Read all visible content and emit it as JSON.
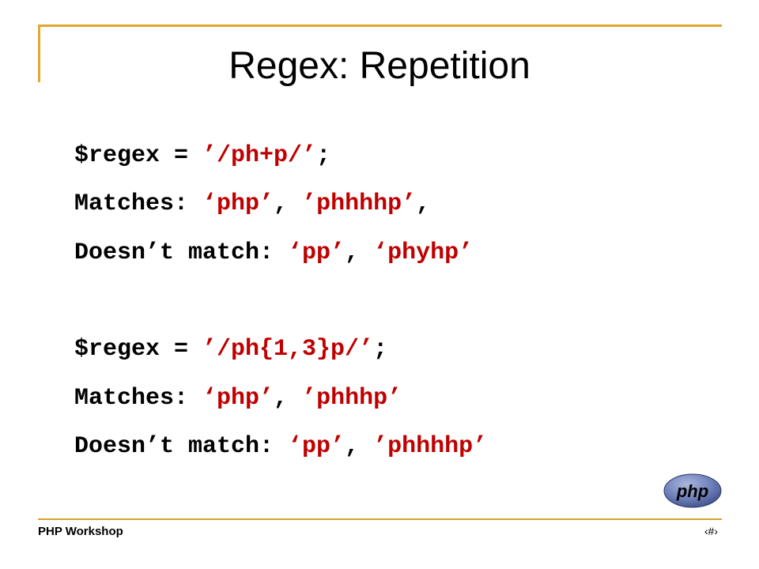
{
  "slide": {
    "title": "Regex: Repetition",
    "examples": [
      {
        "prefix": "$regex = ",
        "pattern": "’/ph+p/’",
        "suffix": ";",
        "matches_label": "Matches: ",
        "matches": [
          "‘php’",
          "’phhhhp’"
        ],
        "matches_trailing": ",",
        "nomatch_label": "Doesn’t match: ",
        "nomatch": [
          "‘pp’",
          "‘phyhp’"
        ]
      },
      {
        "prefix": "$regex = ",
        "pattern": "’/ph{1,3}p/’",
        "suffix": ";",
        "matches_label": "Matches: ",
        "matches": [
          "‘php’",
          "’phhhp’"
        ],
        "nomatch_label": "Doesn’t match: ",
        "nomatch": [
          "‘pp’",
          "’phhhhp’"
        ]
      }
    ],
    "separator": ", "
  },
  "footer": {
    "left": "PHP Workshop",
    "right": "‹#›"
  },
  "logo": {
    "text": "php"
  },
  "colors": {
    "accent": "#e0a82e",
    "code_highlight": "#c00000",
    "logo_fill": "#6c7eb7"
  }
}
